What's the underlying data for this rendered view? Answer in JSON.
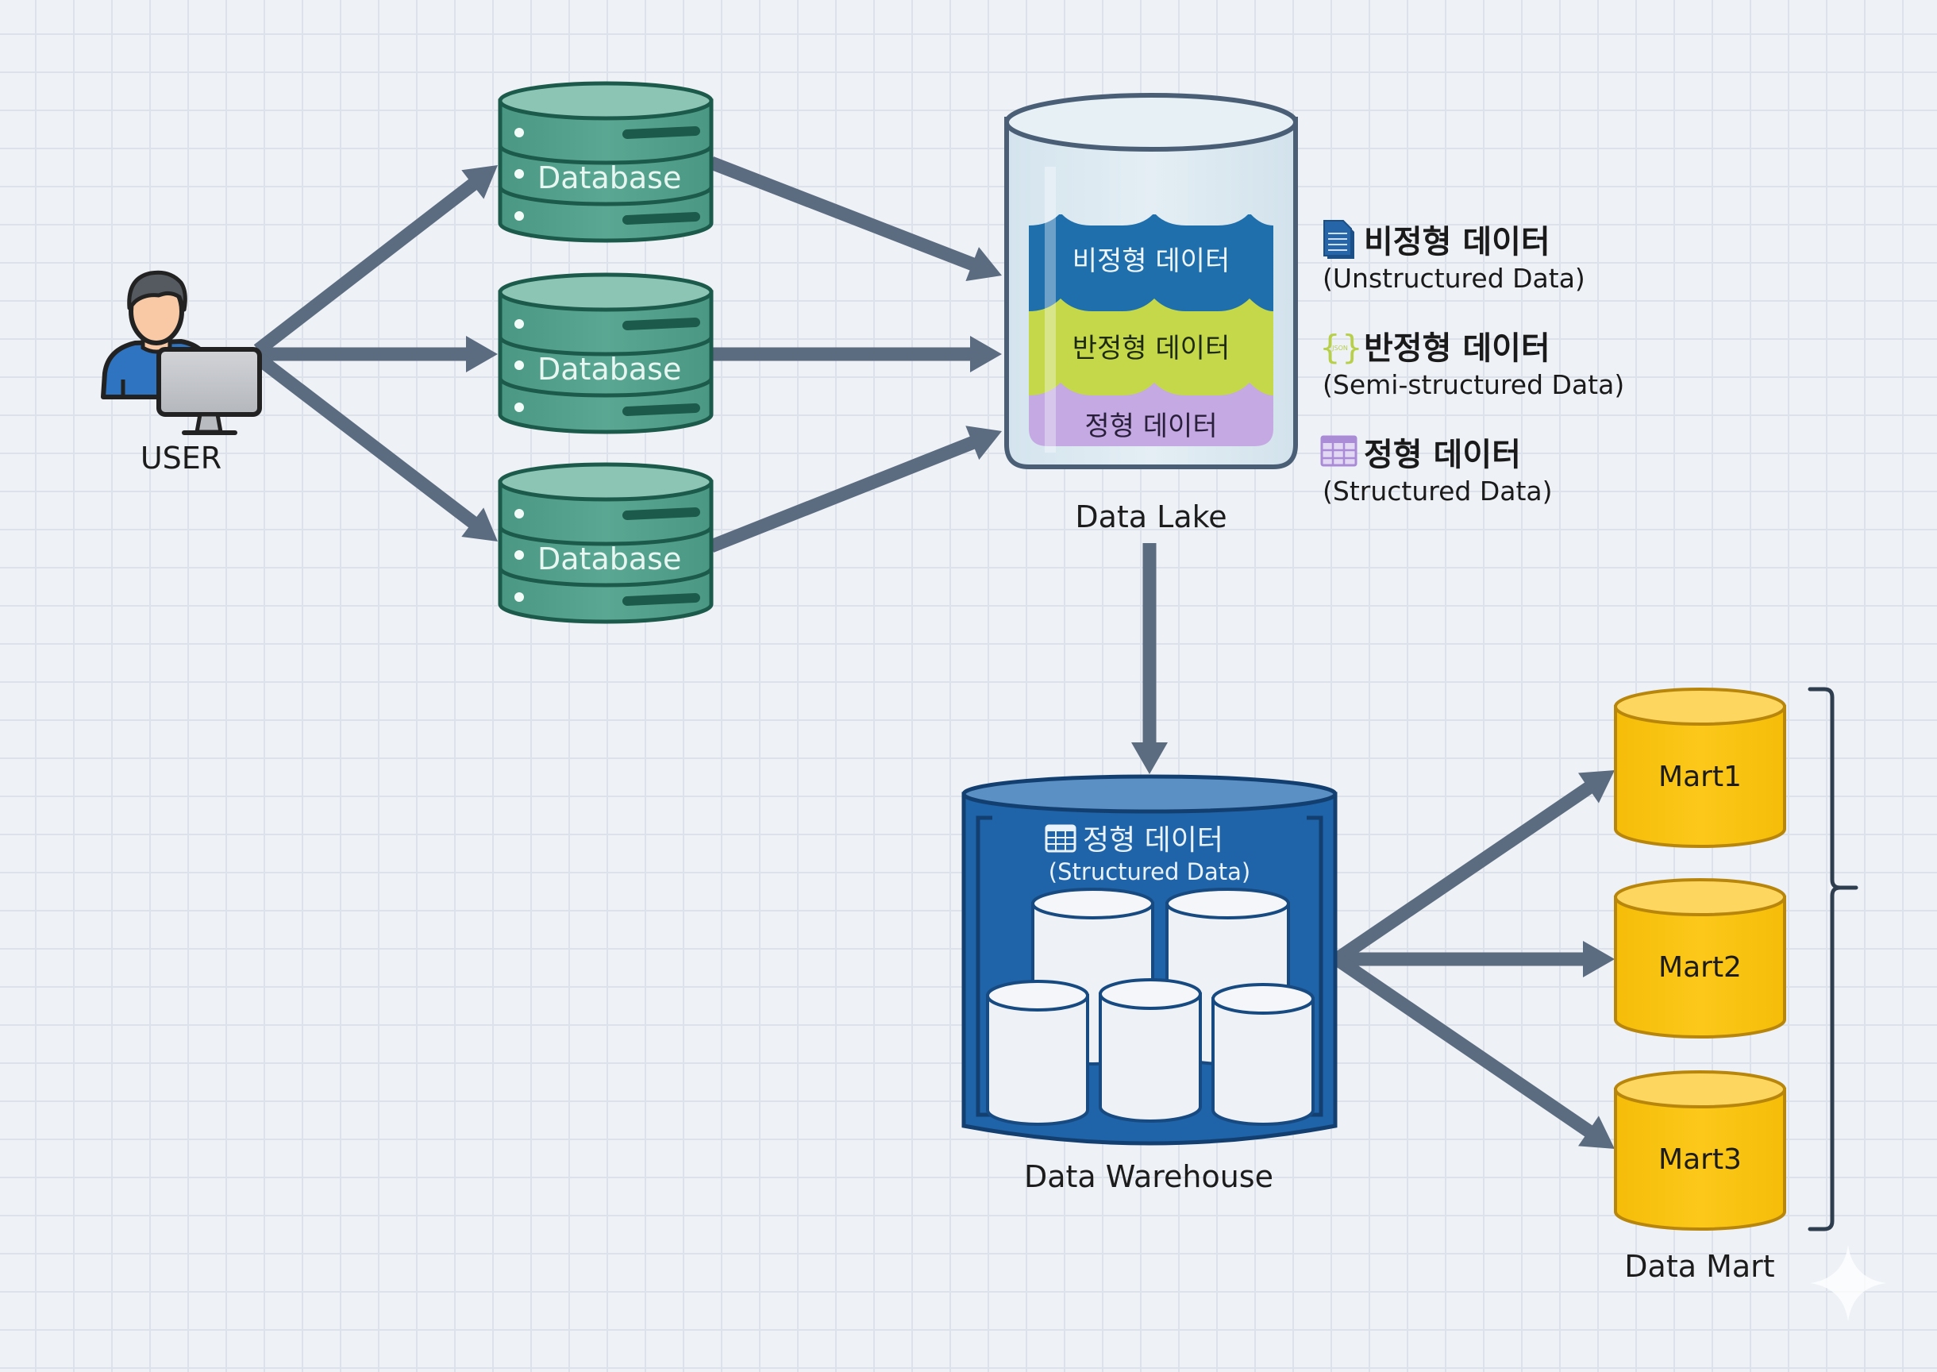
{
  "user": {
    "label": "USER",
    "icon": "user-at-computer-icon"
  },
  "databases": [
    {
      "label": "Database",
      "icon": "database-server-icon"
    },
    {
      "label": "Database",
      "icon": "database-server-icon"
    },
    {
      "label": "Database",
      "icon": "database-server-icon"
    }
  ],
  "data_lake": {
    "label": "Data Lake",
    "layers": [
      {
        "label": "비정형 데이터",
        "color": "#1f6fad"
      },
      {
        "label": "반정형 데이터",
        "color": "#c4d84a"
      },
      {
        "label": "정형 데이터",
        "color": "#c4a9e3"
      }
    ]
  },
  "legend": [
    {
      "icon": "document-icon",
      "title": "비정형 데이터",
      "subtitle": "(Unstructured Data)",
      "color": "#1f5f9e"
    },
    {
      "icon": "json-braces-icon",
      "icon_text": "JSON",
      "title": "반정형 데이터",
      "subtitle": "(Semi-structured Data)",
      "color": "#b8cf4a"
    },
    {
      "icon": "table-grid-icon",
      "title": "정형 데이터",
      "subtitle": "(Structured Data)",
      "color": "#a98bd6"
    }
  ],
  "data_warehouse": {
    "label": "Data Warehouse",
    "header_title": "정형 데이터",
    "header_subtitle": "(Structured Data)",
    "header_icon": "table-grid-icon",
    "color": "#1f63a8"
  },
  "data_marts": {
    "label": "Data Mart",
    "items": [
      {
        "label": "Mart1"
      },
      {
        "label": "Mart2"
      },
      {
        "label": "Mart3"
      }
    ],
    "color": "#f8c20a"
  },
  "colors": {
    "arrow": "#5b6b80",
    "db_fill": "#4f9e8a",
    "db_outline": "#1c5a4b",
    "lake_outline": "#4a5f75",
    "bracket": "#2f3e4f"
  }
}
